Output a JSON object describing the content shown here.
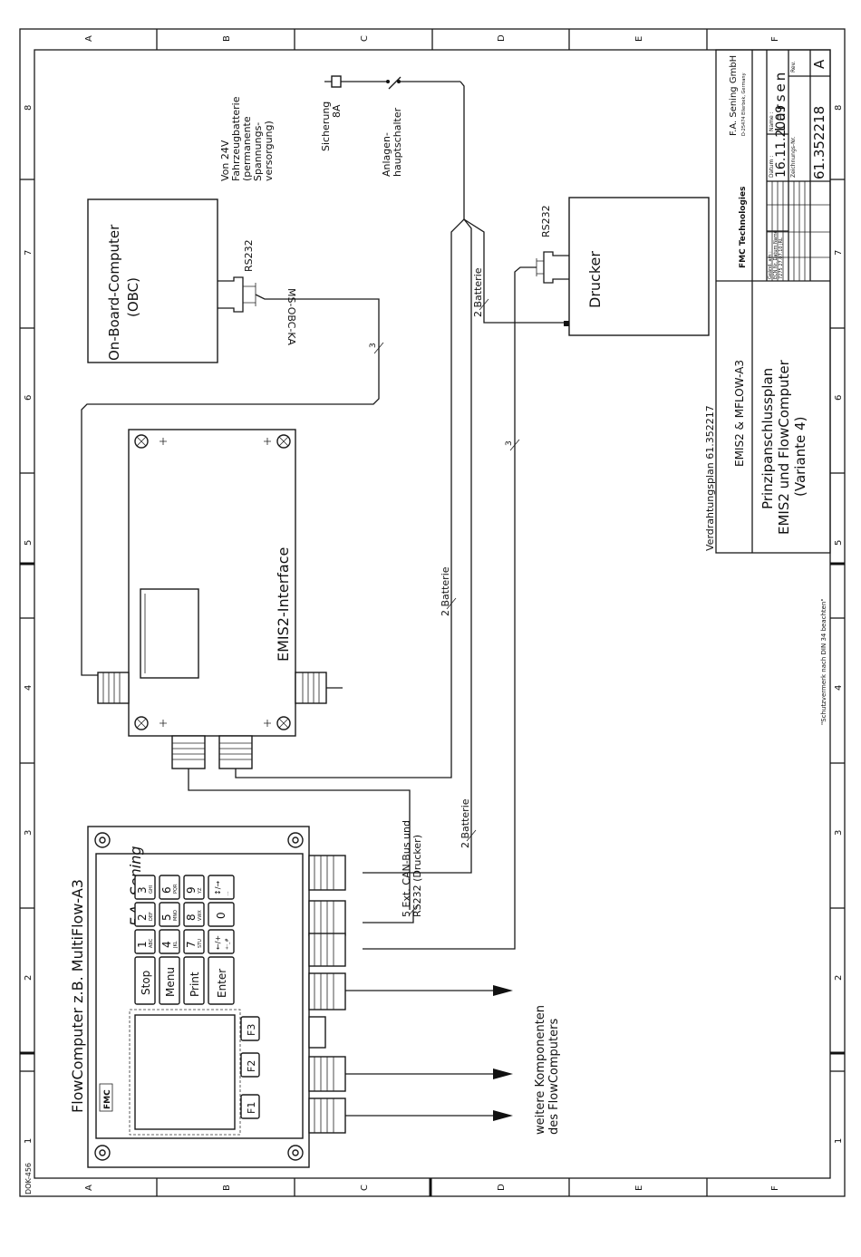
{
  "border": {
    "letters": [
      "A",
      "B",
      "C",
      "D",
      "E",
      "F"
    ],
    "numbers": [
      "1",
      "2",
      "3",
      "4",
      "5",
      "6",
      "7",
      "8"
    ]
  },
  "doc_id": "DOK-456",
  "labels": {
    "supply": [
      "Von 24V",
      "Fahrzeugbatterie",
      "(permanente",
      "Spannungs-",
      "versorgung)"
    ],
    "fuse": [
      "Sicherung",
      "8A"
    ],
    "main_switch": [
      "Anlagen-",
      "hauptschalter"
    ],
    "obc_title": [
      "On-Board-Computer",
      "(OBC)"
    ],
    "obc_rs232": "RS232",
    "obc_cable": "MS-OBC-KA",
    "drucker": "Drucker",
    "drucker_rs232": "RS232",
    "emis_title": "EMIS2-Interface",
    "flow_title": "FlowComputer z.B. MultiFlow-A3",
    "wire_batt_top": "2 Batterie",
    "wire_3_obc": "3",
    "wire_3_print": "3",
    "wire_batt_mid": "2 Batterie",
    "wire_batt_low": "2 Batterie",
    "wire_can": [
      "5 Ext. CAN-Bus und",
      "RS232 (Drucker)"
    ],
    "further": [
      "weitere Komponenten",
      "des FlowComputers"
    ],
    "wiring_plan": "Verdrahtungsplan 61.352217",
    "protection_note": "\"Schutzvermerk nach DIN 34 beachten\""
  },
  "flow": {
    "brand": "F.A. Sening",
    "logo": "FMC",
    "keys_main": [
      "Stop",
      "Menu",
      "Print",
      "Enter"
    ],
    "keys_num": [
      {
        "n": "1",
        "s": "ABC"
      },
      {
        "n": "2",
        "s": "DEF"
      },
      {
        "n": "3",
        "s": "GHI"
      },
      {
        "n": "4",
        "s": "JKL"
      },
      {
        "n": "5",
        "s": "MNO"
      },
      {
        "n": "6",
        "s": "PQR"
      },
      {
        "n": "7",
        "s": "STU"
      },
      {
        "n": "8",
        "s": "VWX"
      },
      {
        "n": "9",
        "s": "YZ"
      },
      {
        "n": "←/+",
        "s": "+-_#"
      },
      {
        "n": "0",
        "s": ""
      },
      {
        "n": "↕/→",
        "s": "..."
      }
    ],
    "fkeys": [
      "F1",
      "F2",
      "F3"
    ]
  },
  "title_block": {
    "company": "F.A. Sening GmbH",
    "address": "D-25474 Ellerbek, Germany",
    "logo": "FMC Technologies",
    "project": "EMIS2 & MFLOW-A3",
    "title": [
      "Prinzipanschlussplan",
      "EMIS2 und FlowComputer",
      "(Variante 4)"
    ],
    "changed_label": "Geänd. am :",
    "ecn_labels": "ECN Nr.  Datum  Name",
    "ecn_values": "7275  27.07.10  jRL",
    "date_label": "Datum :",
    "date": "16.11.2009",
    "name_label": "Name :",
    "name": "Larsen",
    "drawing_label": "Zeichnungs-Nr.",
    "drawing_no": "61.352218",
    "rev_label": "Rev.",
    "rev": "A"
  }
}
